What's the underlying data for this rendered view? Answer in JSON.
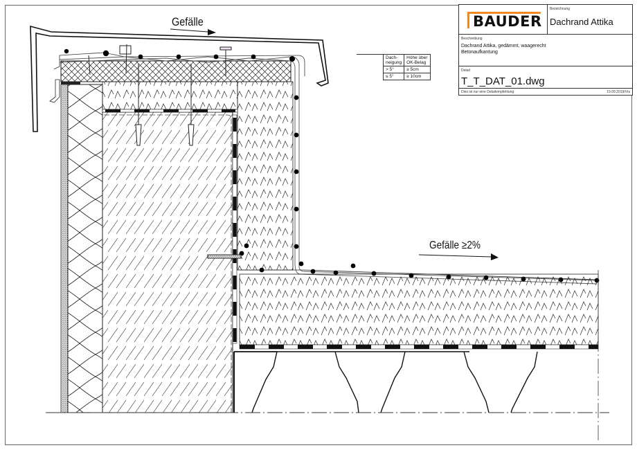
{
  "title_block": {
    "logo_text": "BAUDER",
    "logo_color": "#f08a1c",
    "bezeichnung_label": "Bezeichnung",
    "bezeichnung_value": "Dachrand Attika",
    "beschreibung_label": "Beschreibung",
    "beschreibung_line1": "Dachrand Attika, gedämmt, waagerecht",
    "beschreibung_line2": "Betonaufkantung",
    "detail_label": "Detail",
    "detail_file": "T_T_DAT_01.dwg",
    "footer_note": "Dies ist nur eine Detailempfehlung",
    "footer_date": "19.09.2019/Vrs"
  },
  "slope_table": {
    "header_col1_line1": "Dach-",
    "header_col1_line2": "neigung",
    "header_col2_line1": "Höhe über",
    "header_col2_line2": "OK-Belag",
    "rows": [
      {
        "slope": "> 5°",
        "height": "≥ 5cm"
      },
      {
        "slope": "≤ 5°",
        "height": "≥ 10cm"
      }
    ]
  },
  "annotations": {
    "gefaelle_top": "Gefälle",
    "gefaelle_roof": "Gefälle ≥2%"
  }
}
